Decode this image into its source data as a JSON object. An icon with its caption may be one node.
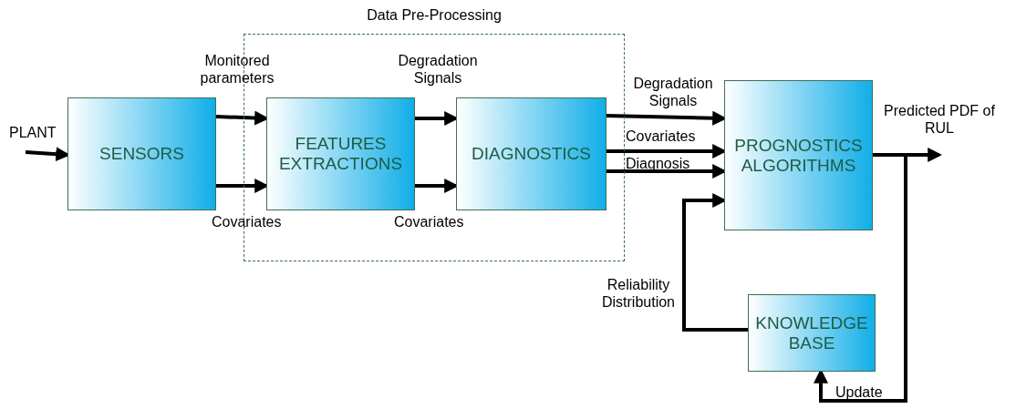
{
  "diagram": {
    "nodes": [
      {
        "text": [
          "Data Pre-Processing"
        ]
      },
      {
        "text": [
          "SENSORS"
        ]
      },
      {
        "text": [
          "FEATURES EXTRACTIONS"
        ],
        "in": 0
      },
      {
        "text": [
          "DIAGNOSTICS"
        ],
        "in": 0
      },
      {
        "text": [
          "PROGNOSTICS ALGORITHMS"
        ]
      },
      {
        "text": [
          "KNOWLEDGE BASE"
        ]
      }
    ],
    "edges": [
      {
        "from": null,
        "to": 1,
        "arrow": "to",
        "label": "PLANT"
      },
      {
        "from": 1,
        "to": 2,
        "arrow": "to",
        "label": "Monitored parameters"
      },
      {
        "from": 1,
        "to": 2,
        "arrow": "to",
        "label": "Covariates"
      },
      {
        "from": 2,
        "to": 3,
        "arrow": "to",
        "label": "Degradation Signals"
      },
      {
        "from": 2,
        "to": 3,
        "arrow": "to",
        "label": "Covariates"
      },
      {
        "from": 3,
        "to": 4,
        "arrow": "to",
        "label": "Degradation Signals"
      },
      {
        "from": 3,
        "to": 4,
        "arrow": "to",
        "label": "Covariates"
      },
      {
        "from": 3,
        "to": 4,
        "arrow": "to",
        "label": "Diagnosis"
      },
      {
        "from": 4,
        "to": null,
        "arrow": "to",
        "label": "Predicted PDF of RUL"
      },
      {
        "from": 5,
        "to": 4,
        "arrow": "to",
        "label": "Reliability Distribution"
      },
      {
        "from": 4,
        "to": 5,
        "arrow": "to",
        "label": "Update"
      }
    ]
  }
}
